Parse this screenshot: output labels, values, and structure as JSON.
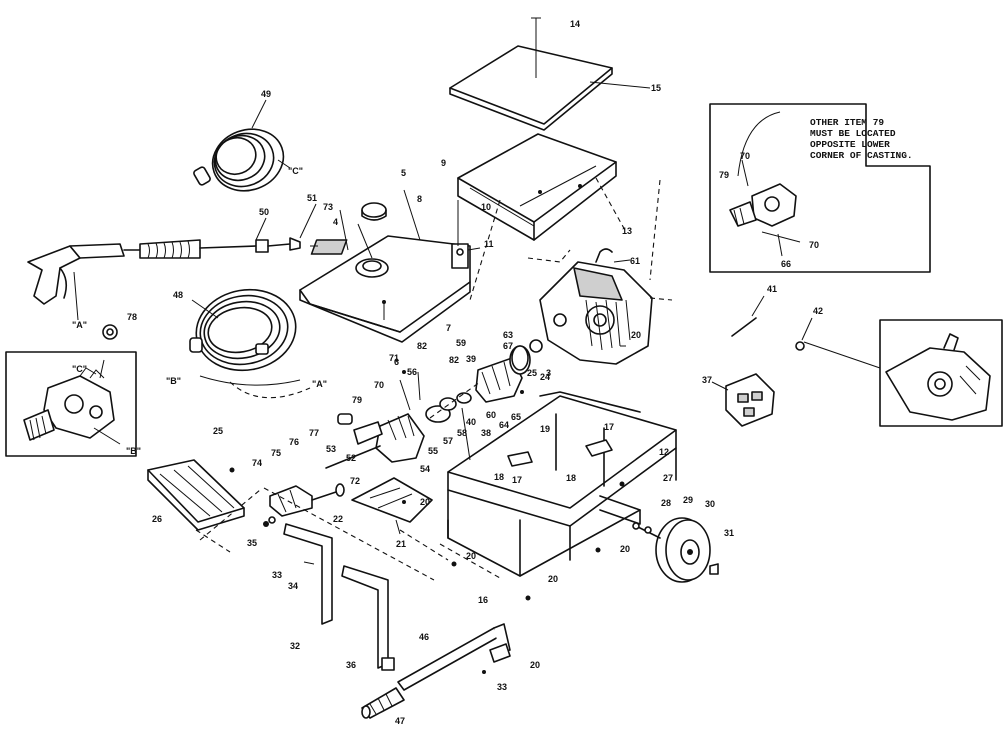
{
  "note": {
    "lines": [
      "OTHER ITEM 79",
      "MUST BE LOCATED",
      "OPPOSITE LOWER",
      "CORNER OF CASTING."
    ]
  },
  "callouts": {
    "c14": "14",
    "c15": "15",
    "c49": "49",
    "cC1": "\"C\"",
    "c9": "9",
    "c5": "5",
    "c8": "8",
    "c10": "10",
    "c11": "11",
    "c13": "13",
    "c61": "61",
    "c51": "51",
    "c50": "50",
    "c73": "73",
    "c4": "4",
    "c78": "78",
    "cA1": "\"A\"",
    "c48": "48",
    "c67": "67",
    "c63": "63",
    "c82a": "82",
    "c7": "7",
    "c6": "6",
    "c71": "71",
    "c56": "56",
    "c59": "59",
    "c82b": "82",
    "c39": "39",
    "c3": "3",
    "c20a": "20",
    "c25a": "25",
    "c24": "24",
    "cC2": "\"C\"",
    "cB1": "\"B\"",
    "cA2": "\"A\"",
    "c70a": "70",
    "c79a": "79",
    "c60": "60",
    "c65": "65",
    "c40": "40",
    "c38": "38",
    "c64": "64",
    "c58": "58",
    "c57": "57",
    "c55": "55",
    "c54": "54",
    "c53": "53",
    "c52": "52",
    "c76": "76",
    "c77": "77",
    "c19": "19",
    "c17a": "17",
    "c18a": "18",
    "c17b": "17",
    "c18b": "18",
    "c12": "12",
    "c27": "27",
    "c41": "41",
    "c42": "42",
    "c37": "37",
    "cB2": "\"B\"",
    "c25b": "25",
    "c26": "26",
    "c74": "74",
    "c75": "75",
    "c72": "72",
    "c22": "22",
    "c20b": "20",
    "c21": "21",
    "c28": "28",
    "c29": "29",
    "c30": "30",
    "c31": "31",
    "c20c": "20",
    "c20d": "20",
    "c20e": "20",
    "c35": "35",
    "c33a": "33",
    "c34": "34",
    "c32": "32",
    "c16": "16",
    "c36": "36",
    "c46": "46",
    "c20f": "20",
    "c33b": "33",
    "c47": "47",
    "c79b": "79",
    "c70b": "70",
    "c70c": "70",
    "c66": "66"
  }
}
